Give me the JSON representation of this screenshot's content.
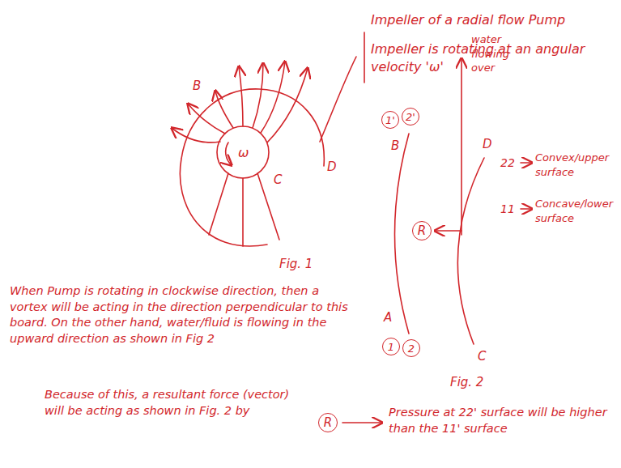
{
  "diagram": {
    "nodes": [
      {
        "text": [
          "1'"
        ]
      },
      {
        "text": [
          "2'"
        ]
      },
      {
        "text": [
          "R"
        ]
      },
      {
        "text": [
          "1"
        ]
      },
      {
        "text": [
          "2"
        ]
      },
      {
        "text": [
          "R"
        ]
      }
    ],
    "labels": [
      "Impeller of a radial flow Pump",
      "Impeller is rotating at an angular velocity 'ω'",
      "B",
      "ω",
      "C",
      "D",
      "Fig. 1",
      "water flowing over",
      "B",
      "D",
      "22",
      "Convex/upper surface",
      "11",
      "Concave/lower surface",
      "A",
      "C",
      "Fig. 2",
      "When Pump is rotating in clockwise direction, then a vortex will be acting in the direction perpendicular to this board. On the other hand, water/fluid is flowing in the upward direction as shown in Fig 2",
      "Because of this, a resultant force (vector) will be acting as shown in Fig. 2 by",
      "Pressure at 22' surface will be higher than the 11' surface"
    ]
  }
}
